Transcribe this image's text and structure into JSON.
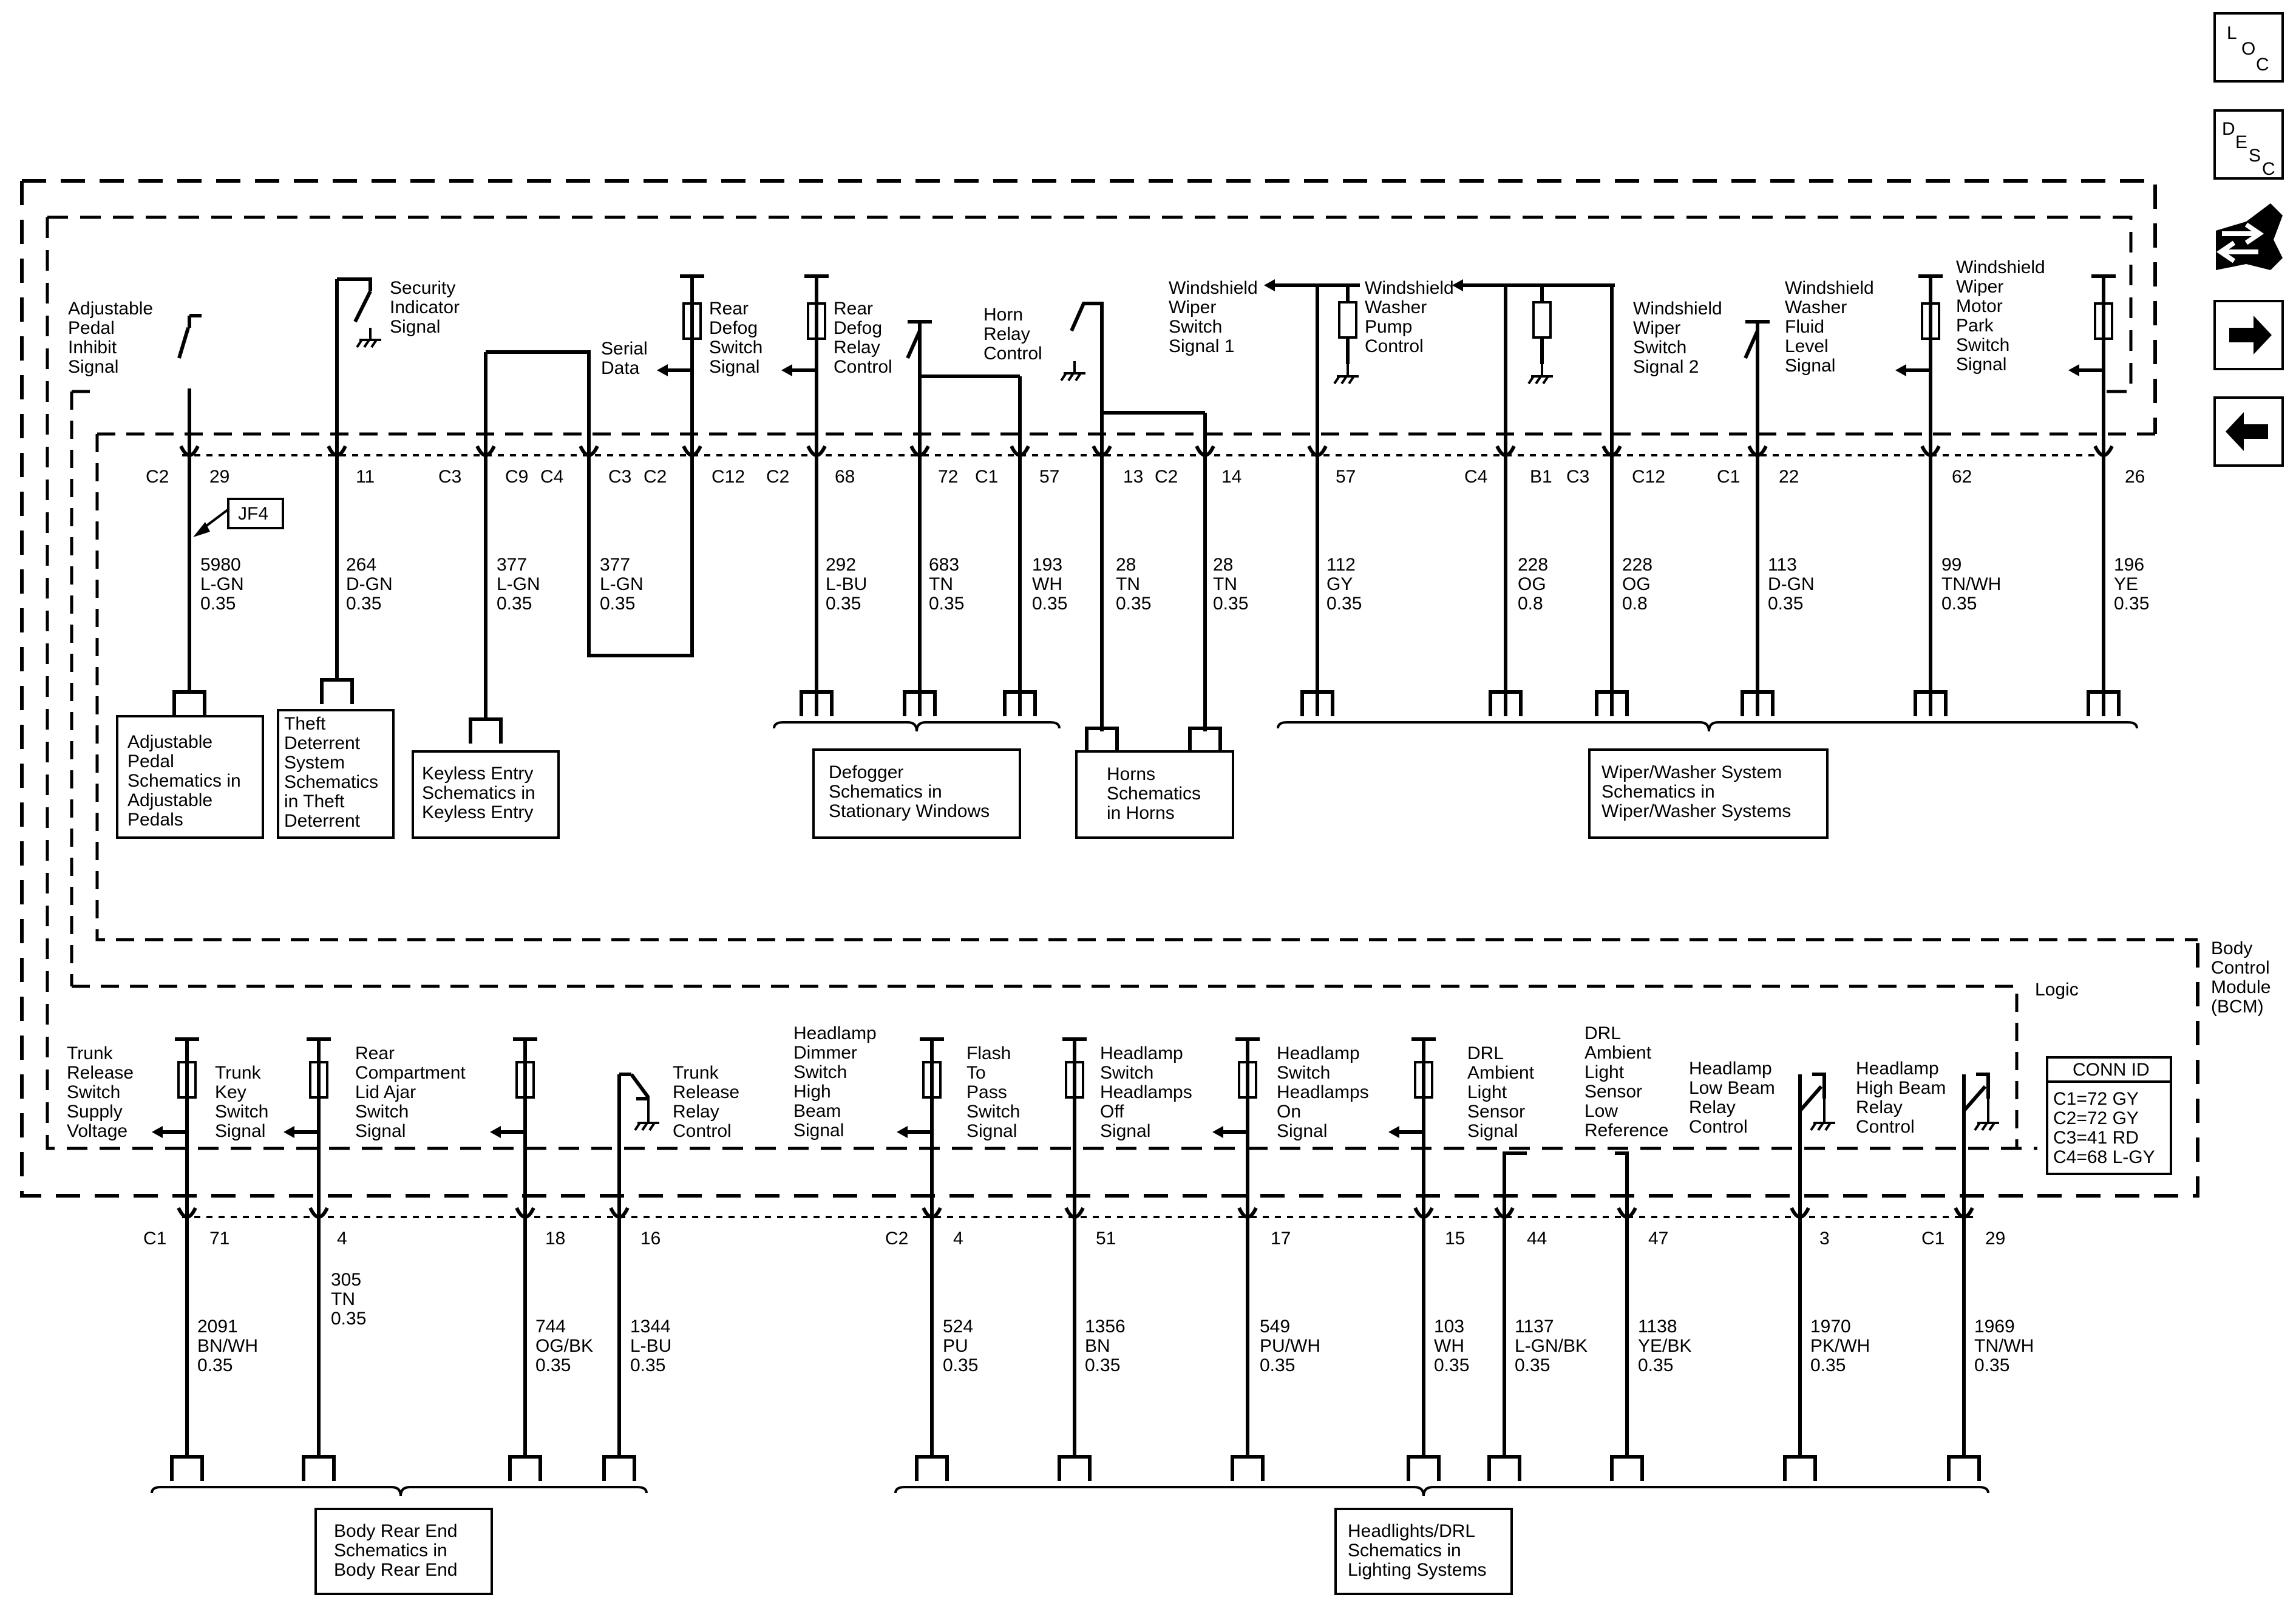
{
  "nav": {
    "loc": [
      "L",
      "O",
      "C"
    ],
    "desc": [
      "D",
      "E",
      "S",
      "C"
    ]
  },
  "module": {
    "name_lines": [
      "Body",
      "Control",
      "Module",
      "(BCM)"
    ],
    "logic": "Logic"
  },
  "conn_id": {
    "title": "CONN ID",
    "lines": [
      "C1=72 GY",
      "C2=72 GY",
      "C3=41 RD",
      "C4=68 L-GY"
    ]
  },
  "top": {
    "components": [
      {
        "lines": [
          "Adjustable",
          "Pedal",
          "Inhibit",
          "Signal"
        ]
      },
      {
        "lines": [
          "Security",
          "Indicator",
          "Signal"
        ]
      },
      {
        "lines": [
          "Serial",
          "Data"
        ]
      },
      {
        "lines": [
          "Rear",
          "Defog",
          "Switch",
          "Signal"
        ]
      },
      {
        "lines": [
          "Rear",
          "Defog",
          "Relay",
          "Control"
        ]
      },
      {
        "lines": [
          "Horn",
          "Relay",
          "Control"
        ]
      },
      {
        "lines": [
          "Windshield",
          "Wiper",
          "Switch",
          "Signal 1"
        ]
      },
      {
        "lines": [
          "Windshield",
          "Washer",
          "Pump",
          "Control"
        ]
      },
      {
        "lines": [
          "Windshield",
          "Wiper",
          "Switch",
          "Signal 2"
        ]
      },
      {
        "lines": [
          "Windshield",
          "Washer",
          "Fluid",
          "Level",
          "Signal"
        ]
      },
      {
        "lines": [
          "Windshield",
          "Wiper",
          "Motor",
          "Park",
          "Switch",
          "Signal"
        ]
      }
    ],
    "connector_labels": [
      "C2",
      "C3",
      "C9",
      "C4",
      "C3",
      "C2",
      "C12",
      "C2",
      "C1",
      "C2",
      "C4",
      "B1",
      "C3",
      "C12",
      "C1"
    ],
    "pins": [
      "29",
      "11",
      "68",
      "72",
      "57",
      "13",
      "14",
      "57",
      "22",
      "62",
      "26"
    ],
    "wires": [
      {
        "circuit": "5980",
        "color": "L-GN",
        "size": "0.35"
      },
      {
        "circuit": "264",
        "color": "D-GN",
        "size": "0.35"
      },
      {
        "circuit": "377",
        "color": "L-GN",
        "size": "0.35"
      },
      {
        "circuit": "377",
        "color": "L-GN",
        "size": "0.35"
      },
      {
        "circuit": "292",
        "color": "L-BU",
        "size": "0.35"
      },
      {
        "circuit": "683",
        "color": "TN",
        "size": "0.35"
      },
      {
        "circuit": "193",
        "color": "WH",
        "size": "0.35"
      },
      {
        "circuit": "28",
        "color": "TN",
        "size": "0.35"
      },
      {
        "circuit": "28",
        "color": "TN",
        "size": "0.35"
      },
      {
        "circuit": "112",
        "color": "GY",
        "size": "0.35"
      },
      {
        "circuit": "228",
        "color": "OG",
        "size": "0.8"
      },
      {
        "circuit": "228",
        "color": "OG",
        "size": "0.8"
      },
      {
        "circuit": "113",
        "color": "D-GN",
        "size": "0.35"
      },
      {
        "circuit": "99",
        "color": "TN/WH",
        "size": "0.35"
      },
      {
        "circuit": "196",
        "color": "YE",
        "size": "0.35"
      }
    ],
    "splice": "JF4",
    "destinations": [
      {
        "lines": [
          "Adjustable",
          "Pedal",
          "Schematics in",
          "Adjustable",
          "Pedals"
        ]
      },
      {
        "lines": [
          "Theft",
          "Deterrent",
          "System",
          "Schematics",
          "in Theft",
          "Deterrent"
        ]
      },
      {
        "lines": [
          "Keyless Entry",
          "Schematics in",
          "Keyless Entry"
        ]
      },
      {
        "lines": [
          "Defogger",
          "Schematics in",
          "Stationary Windows"
        ]
      },
      {
        "lines": [
          "Horns",
          "Schematics",
          "in Horns"
        ]
      },
      {
        "lines": [
          "Wiper/Washer System",
          "Schematics in",
          "Wiper/Washer Systems"
        ]
      }
    ]
  },
  "bottom": {
    "components": [
      {
        "lines": [
          "Trunk",
          "Release",
          "Switch",
          "Supply",
          "Voltage"
        ]
      },
      {
        "lines": [
          "Trunk",
          "Key",
          "Switch",
          "Signal"
        ]
      },
      {
        "lines": [
          "Rear",
          "Compartment",
          "Lid Ajar",
          "Switch",
          "Signal"
        ]
      },
      {
        "lines": [
          "Trunk",
          "Release",
          "Relay",
          "Control"
        ]
      },
      {
        "lines": [
          "Headlamp",
          "Dimmer",
          "Switch",
          "High",
          "Beam",
          "Signal"
        ]
      },
      {
        "lines": [
          "Flash",
          "To",
          "Pass",
          "Switch",
          "Signal"
        ]
      },
      {
        "lines": [
          "Headlamp",
          "Switch",
          "Headlamps",
          "Off",
          "Signal"
        ]
      },
      {
        "lines": [
          "Headlamp",
          "Switch",
          "Headlamps",
          "On",
          "Signal"
        ]
      },
      {
        "lines": [
          "DRL",
          "Ambient",
          "Light",
          "Sensor",
          "Signal"
        ]
      },
      {
        "lines": [
          "DRL",
          "Ambient",
          "Light",
          "Sensor",
          "Low",
          "Reference"
        ]
      },
      {
        "lines": [
          "Headlamp",
          "Low Beam",
          "Relay",
          "Control"
        ]
      },
      {
        "lines": [
          "Headlamp",
          "High Beam",
          "Relay",
          "Control"
        ]
      }
    ],
    "connector_labels": [
      "C1",
      "C2",
      "C1"
    ],
    "pins": [
      "71",
      "4",
      "18",
      "16",
      "4",
      "51",
      "17",
      "15",
      "44",
      "47",
      "3",
      "29"
    ],
    "wires": [
      {
        "circuit": "2091",
        "color": "BN/WH",
        "size": "0.35"
      },
      {
        "circuit": "305",
        "color": "TN",
        "size": "0.35"
      },
      {
        "circuit": "744",
        "color": "OG/BK",
        "size": "0.35"
      },
      {
        "circuit": "1344",
        "color": "L-BU",
        "size": "0.35"
      },
      {
        "circuit": "524",
        "color": "PU",
        "size": "0.35"
      },
      {
        "circuit": "1356",
        "color": "BN",
        "size": "0.35"
      },
      {
        "circuit": "549",
        "color": "PU/WH",
        "size": "0.35"
      },
      {
        "circuit": "103",
        "color": "WH",
        "size": "0.35"
      },
      {
        "circuit": "1137",
        "color": "L-GN/BK",
        "size": "0.35"
      },
      {
        "circuit": "1138",
        "color": "YE/BK",
        "size": "0.35"
      },
      {
        "circuit": "1970",
        "color": "PK/WH",
        "size": "0.35"
      },
      {
        "circuit": "1969",
        "color": "TN/WH",
        "size": "0.35"
      }
    ],
    "destinations": [
      {
        "lines": [
          "Body Rear End",
          "Schematics in",
          "Body Rear End"
        ]
      },
      {
        "lines": [
          "Headlights/DRL",
          "Schematics in",
          "Lighting Systems"
        ]
      }
    ]
  }
}
